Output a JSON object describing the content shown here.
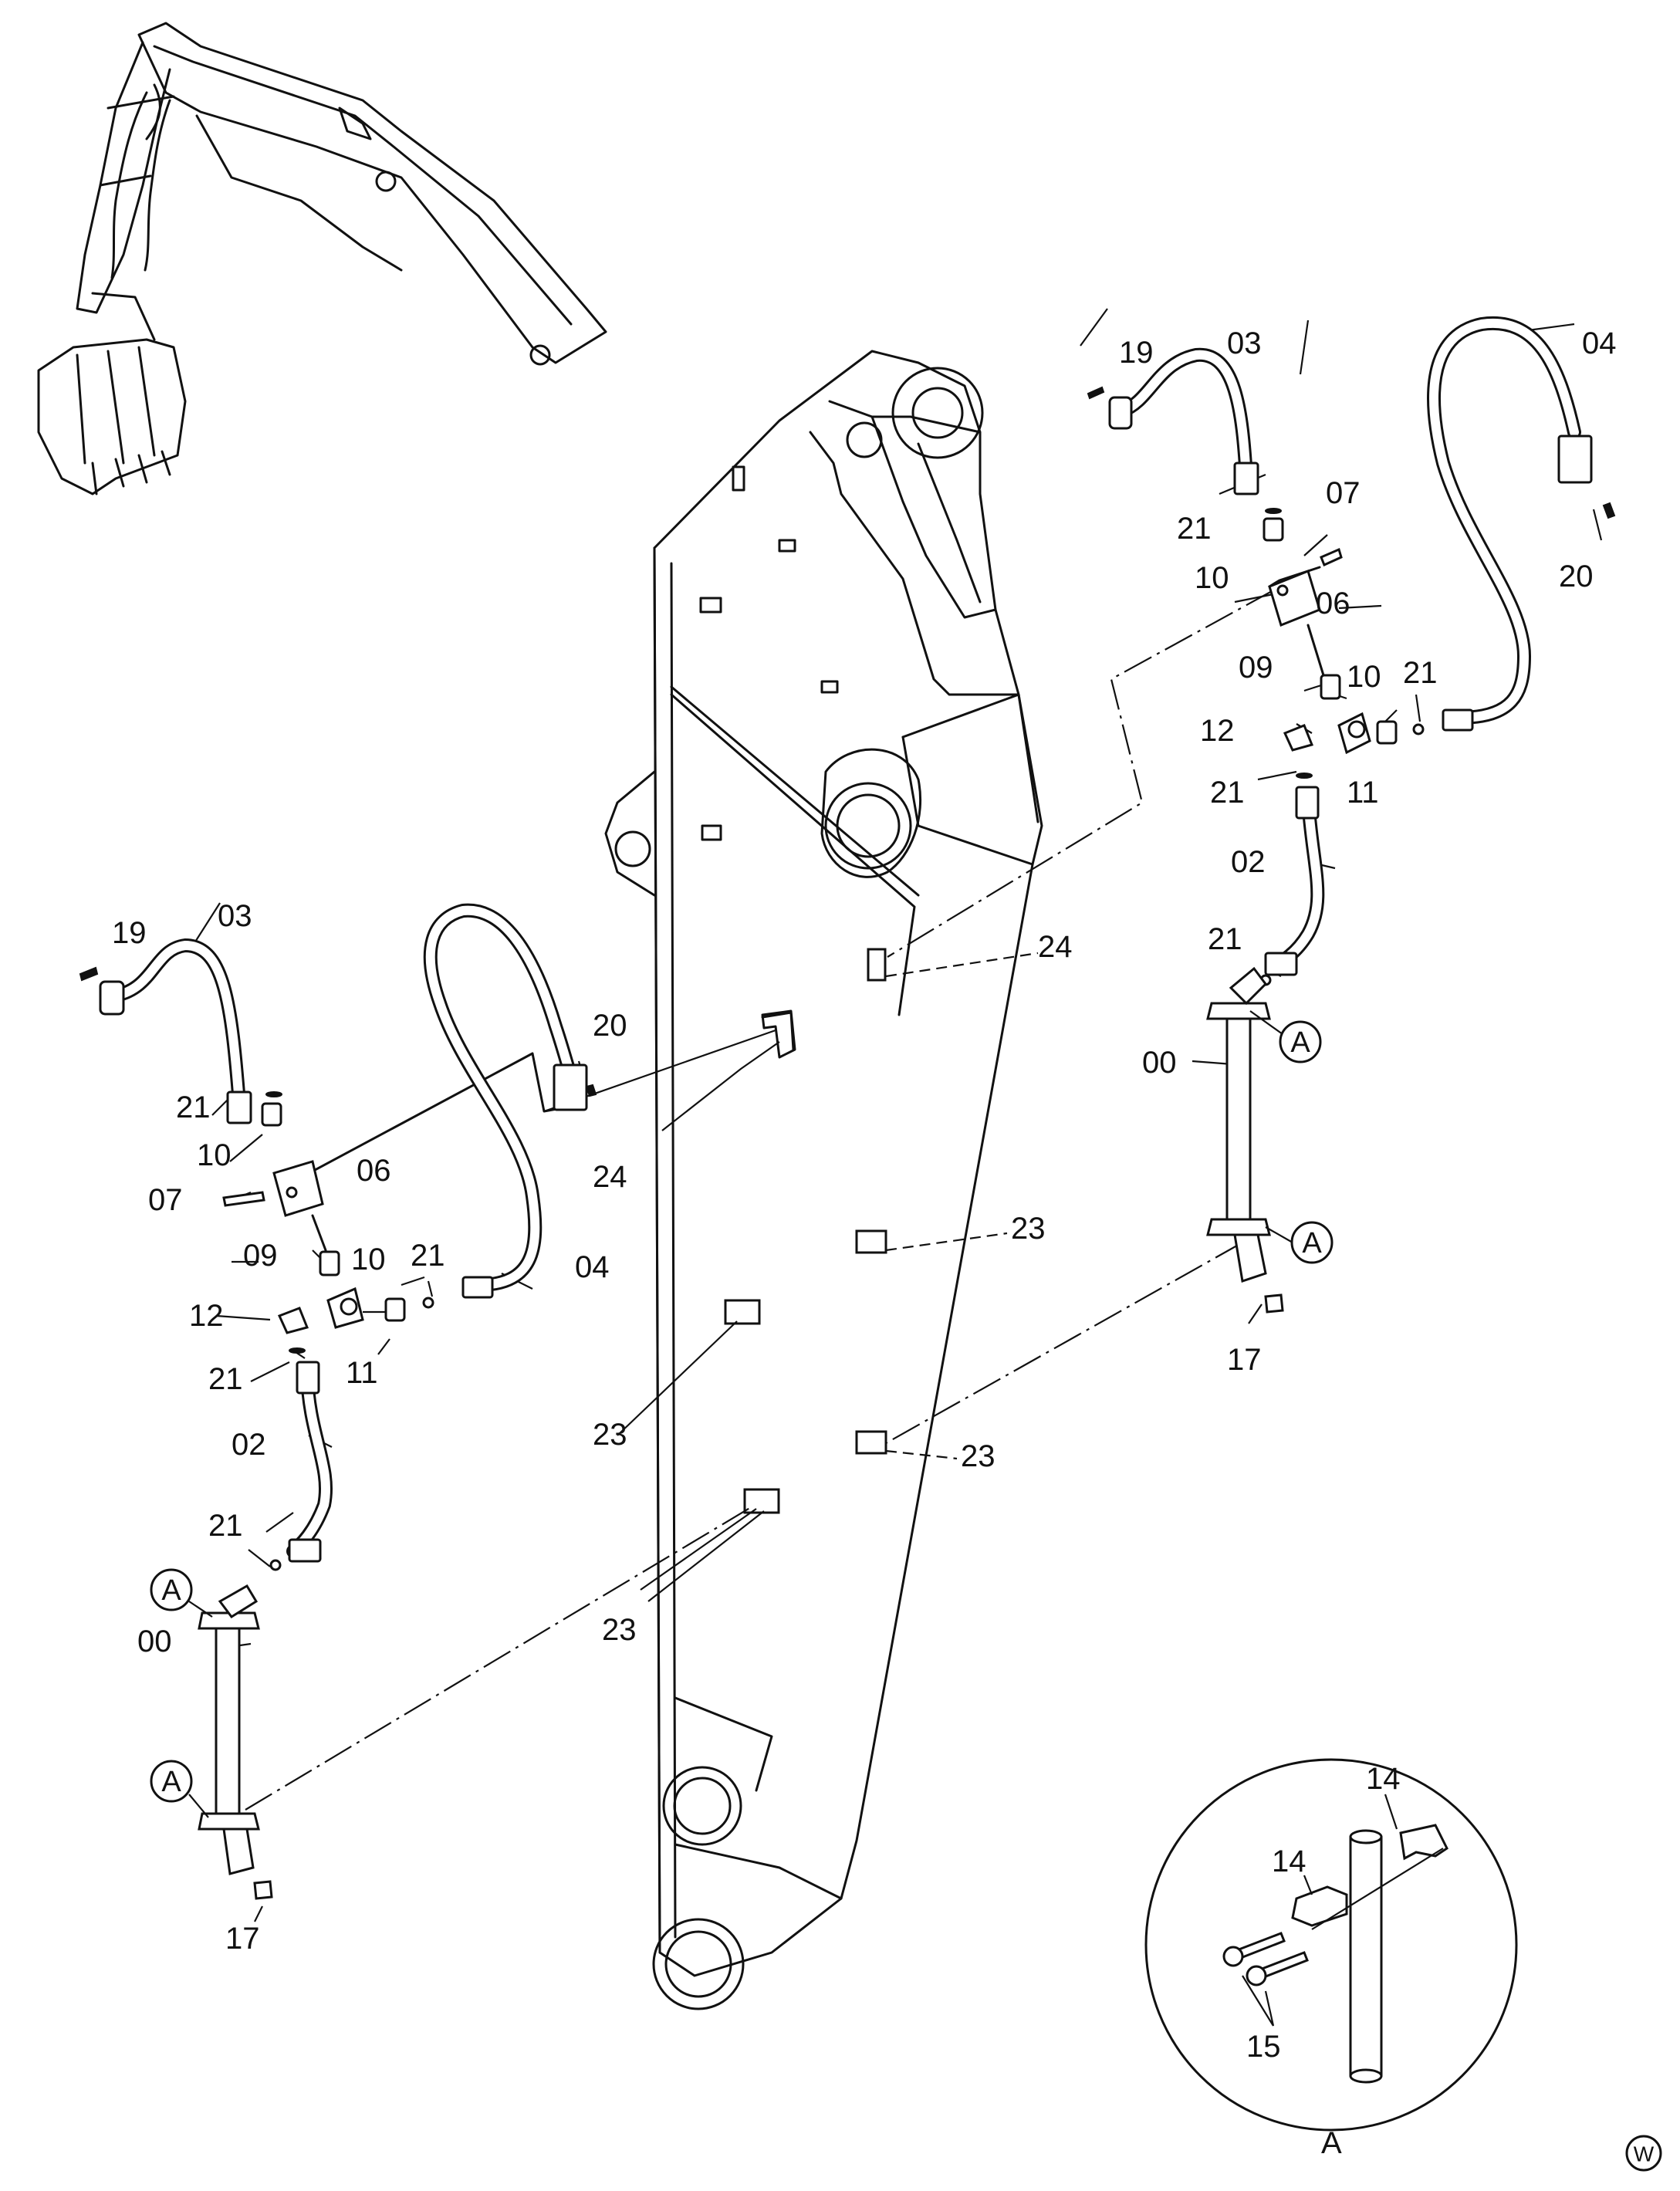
{
  "labels": {
    "p00_left": "00",
    "p00_right": "00",
    "p02_left": "02",
    "p02_right": "02",
    "p03_left": "03",
    "p03_right": "03",
    "p04_left": "04",
    "p04_right": "04",
    "p06_left": "06",
    "p06_right": "06",
    "p07_left": "07",
    "p07_right": "07",
    "p09_left": "09",
    "p09_right": "09",
    "p10_left_a": "10",
    "p10_left_b": "10",
    "p10_right_a": "10",
    "p10_right_b": "10",
    "p11_left": "11",
    "p11_right": "11",
    "p12_left": "12",
    "p12_right": "12",
    "p14_a": "14",
    "p14_b": "14",
    "p15": "15",
    "p17_left": "17",
    "p17_right": "17",
    "p19_left": "19",
    "p19_right": "19",
    "p20_left": "20",
    "p20_right": "20",
    "p21_left_a": "21",
    "p21_left_b": "21",
    "p21_left_c": "21",
    "p21_left_d": "21",
    "p21_right_a": "21",
    "p21_right_b": "21",
    "p21_right_c": "21",
    "p21_right_d": "21",
    "p23_a": "23",
    "p23_b": "23",
    "p23_c": "23",
    "p23_d": "23",
    "p24_a": "24",
    "p24_b": "24"
  },
  "callouts": {
    "a1": "A",
    "a2": "A",
    "a3": "A",
    "a4": "A",
    "detail": "A"
  },
  "corner_mark": "W"
}
